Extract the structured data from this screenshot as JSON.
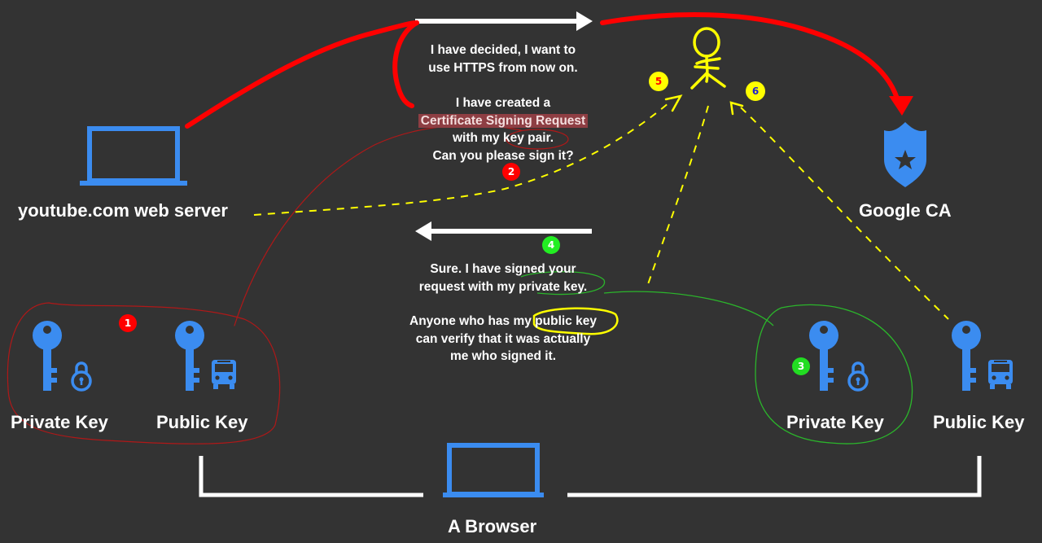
{
  "nodes": {
    "server_label": "youtube.com web server",
    "ca_label": "Google CA",
    "browser_label": "A Browser"
  },
  "keys": {
    "server_private": "Private Key",
    "server_public": "Public Key",
    "ca_private": "Private Key",
    "ca_public": "Public Key"
  },
  "messages": {
    "request": {
      "line1": "I have decided, I want to",
      "line2": "use HTTPS from now on.",
      "line3": "I have created a",
      "csr": "Certificate Signing Request",
      "line5": "with my key pair.",
      "line6": "Can you please sign it?"
    },
    "response": {
      "line1": "Sure. I have signed your",
      "line2": "request with my private key.",
      "line3": "Anyone who has my public key",
      "line4": "can verify that it was actually",
      "line5": "me who signed it."
    }
  },
  "badges": {
    "b1": "1",
    "b2": "2",
    "b3": "3",
    "b4": "4",
    "b5": "5",
    "b6": "6"
  },
  "colors": {
    "background": "#333333",
    "icon_blue": "#3b8cf0",
    "annotation_red": "#ff0000",
    "annotation_yellow": "#ffff00",
    "annotation_green": "#2bb52b",
    "csr_highlight": "#8e3e43"
  },
  "icons": [
    "laptop-icon",
    "police-badge-icon",
    "key-icon",
    "padlock-icon",
    "bus-icon",
    "stick-figure-icon"
  ]
}
